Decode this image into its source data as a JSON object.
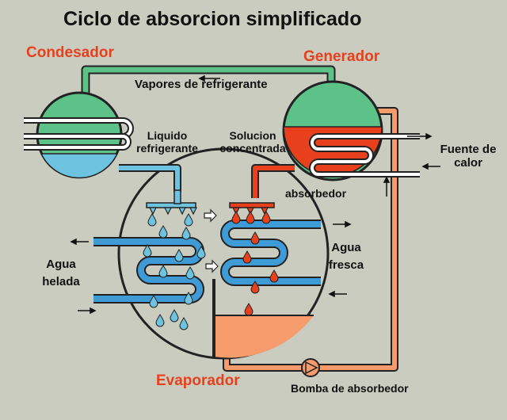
{
  "title": "Ciclo de absorcion simplificado",
  "components": {
    "condenser": "Condesador",
    "generator": "Generador",
    "evaporator": "Evaporador"
  },
  "labels": {
    "refrigerant_vapors": "Vapores de refrigerante",
    "liquid_refrigerant": [
      "Liquido",
      "refrigerante"
    ],
    "concentrated_solution": [
      "Solucion",
      "concentrada"
    ],
    "absorber": "absorbedor",
    "heat_source": [
      "Fuente de",
      "calor"
    ],
    "chilled_water": [
      "Agua",
      "helada"
    ],
    "cooling_water": [
      "Agua",
      "fresca"
    ],
    "absorber_pump": "Bomba de absorbedor"
  },
  "colors": {
    "background": "#c9ccbf",
    "vapor_green": "#5cc287",
    "liquid_blue": "#6ec3e0",
    "chilled_water_blue": "#3f9bd6",
    "solution_red": "#e8401c",
    "solution_orange": "#f59b6c",
    "component_label_red": "#e8401c"
  },
  "icons": {
    "flow_arrow": "arrow-icon",
    "vapor_direction": "hollow-arrow-icon",
    "pump": "pump-icon",
    "droplet": "droplet-icon"
  }
}
